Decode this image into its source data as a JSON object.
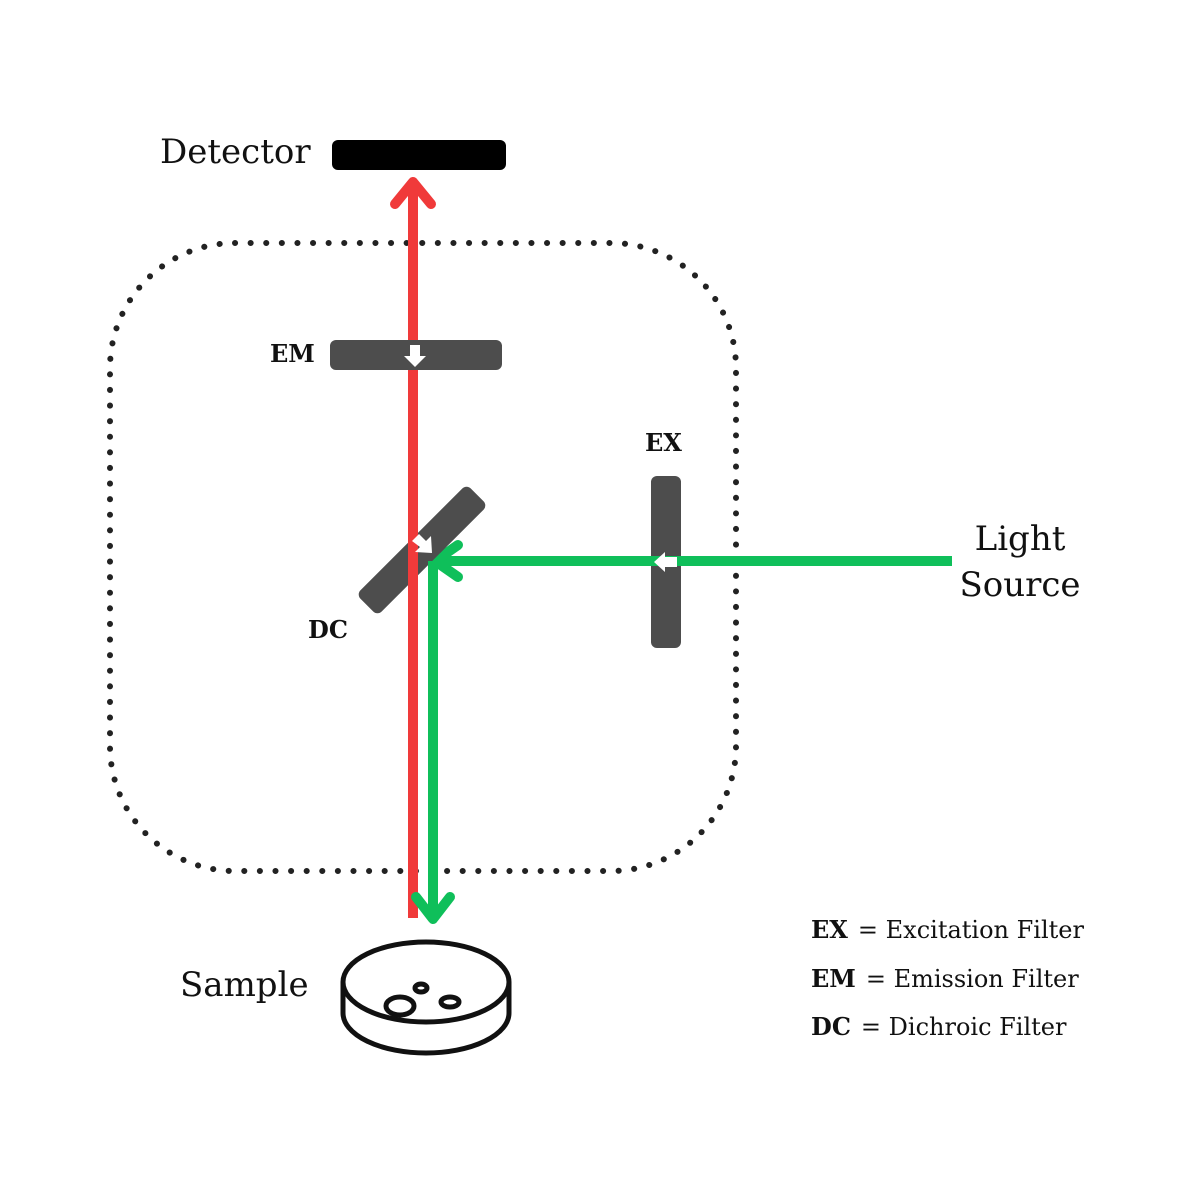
{
  "labels": {
    "detector": "Detector",
    "light_source_line1": "Light",
    "light_source_line2": "Source",
    "sample": "Sample",
    "em": "EM",
    "ex": "EX",
    "dc": "DC"
  },
  "legend": [
    {
      "abbr": "EX",
      "text": "= Excitation Filter"
    },
    {
      "abbr": "EM",
      "text": "= Emission Filter"
    },
    {
      "abbr": "DC",
      "text": "= Dichroic Filter"
    }
  ],
  "colors": {
    "emission_beam": "#f03a3a",
    "excitation_beam": "#0fbf5a",
    "filter": "#4d4d4d",
    "detector": "#000000",
    "outline": "#111111"
  }
}
